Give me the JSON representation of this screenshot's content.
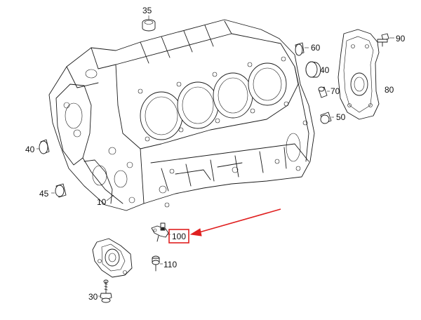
{
  "diagram": {
    "part_labels": {
      "p35": "35",
      "p60": "60",
      "p90": "90",
      "p40_right": "40",
      "p80": "80",
      "p70": "70",
      "p50": "50",
      "p40_left": "40",
      "p45": "45",
      "p10": "10",
      "p100": "100",
      "p110": "110",
      "p30": "30"
    },
    "highlight": {
      "target_part": "100",
      "color": "#e02020"
    }
  }
}
